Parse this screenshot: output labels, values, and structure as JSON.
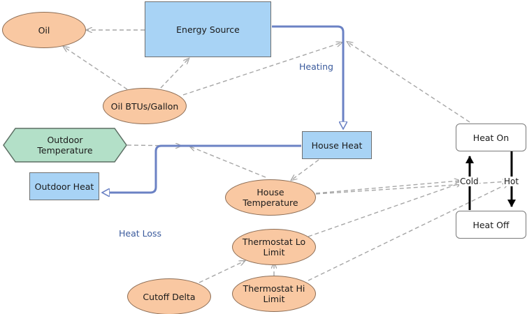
{
  "diagram": {
    "stocks": {
      "energy_source": "Energy Source",
      "house_heat": "House Heat",
      "outdoor_heat": "Outdoor Heat"
    },
    "variables": {
      "oil": "Oil",
      "oil_btus": "Oil BTUs/Gallon",
      "outdoor_temperature": "Outdoor\nTemperature",
      "house_temperature": "House\nTemperature",
      "thermostat_lo": "Thermostat Lo\nLimit",
      "thermostat_hi": "Thermostat Hi\nLimit",
      "cutoff_delta": "Cutoff Delta"
    },
    "flows": {
      "heating": "Heating",
      "heat_loss": "Heat Loss"
    },
    "states": {
      "heat_on": "Heat On",
      "heat_off": "Heat Off"
    },
    "transitions": {
      "cold": "Cold",
      "hot": "Hot"
    }
  },
  "colors": {
    "stock_fill": "#a8d3f5",
    "variable_fill": "#f9c8a2",
    "converter_fill": "#b3e0c8",
    "flow_line": "#6b82c4",
    "link_line": "#a6a6a6",
    "transition_line": "#000000"
  }
}
